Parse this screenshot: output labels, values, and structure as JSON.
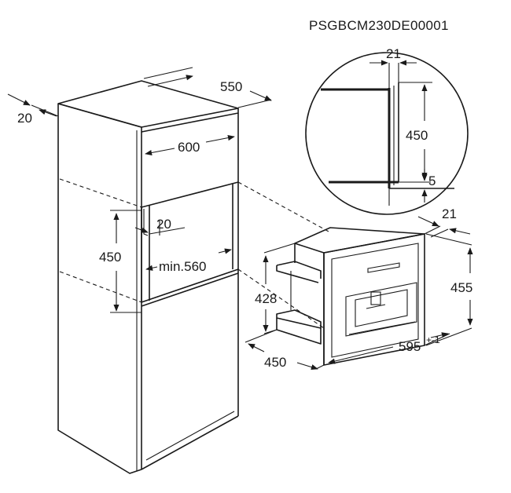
{
  "diagram": {
    "code": "PSGBCM230DE00001",
    "dims": {
      "d20_side": "20",
      "d550": "550",
      "d600": "600",
      "d20_inner": "20",
      "d450_niche": "450",
      "min560": "min.560",
      "d21_detail": "21",
      "d450_detail": "450",
      "d5_detail": "5",
      "d21_appliance": "21",
      "d455": "455",
      "d428": "428",
      "d450_depth": "450",
      "d595": "595",
      "d595_tol": "+-1"
    },
    "colors": {
      "line": "#1a1a1a",
      "background": "#ffffff"
    }
  }
}
